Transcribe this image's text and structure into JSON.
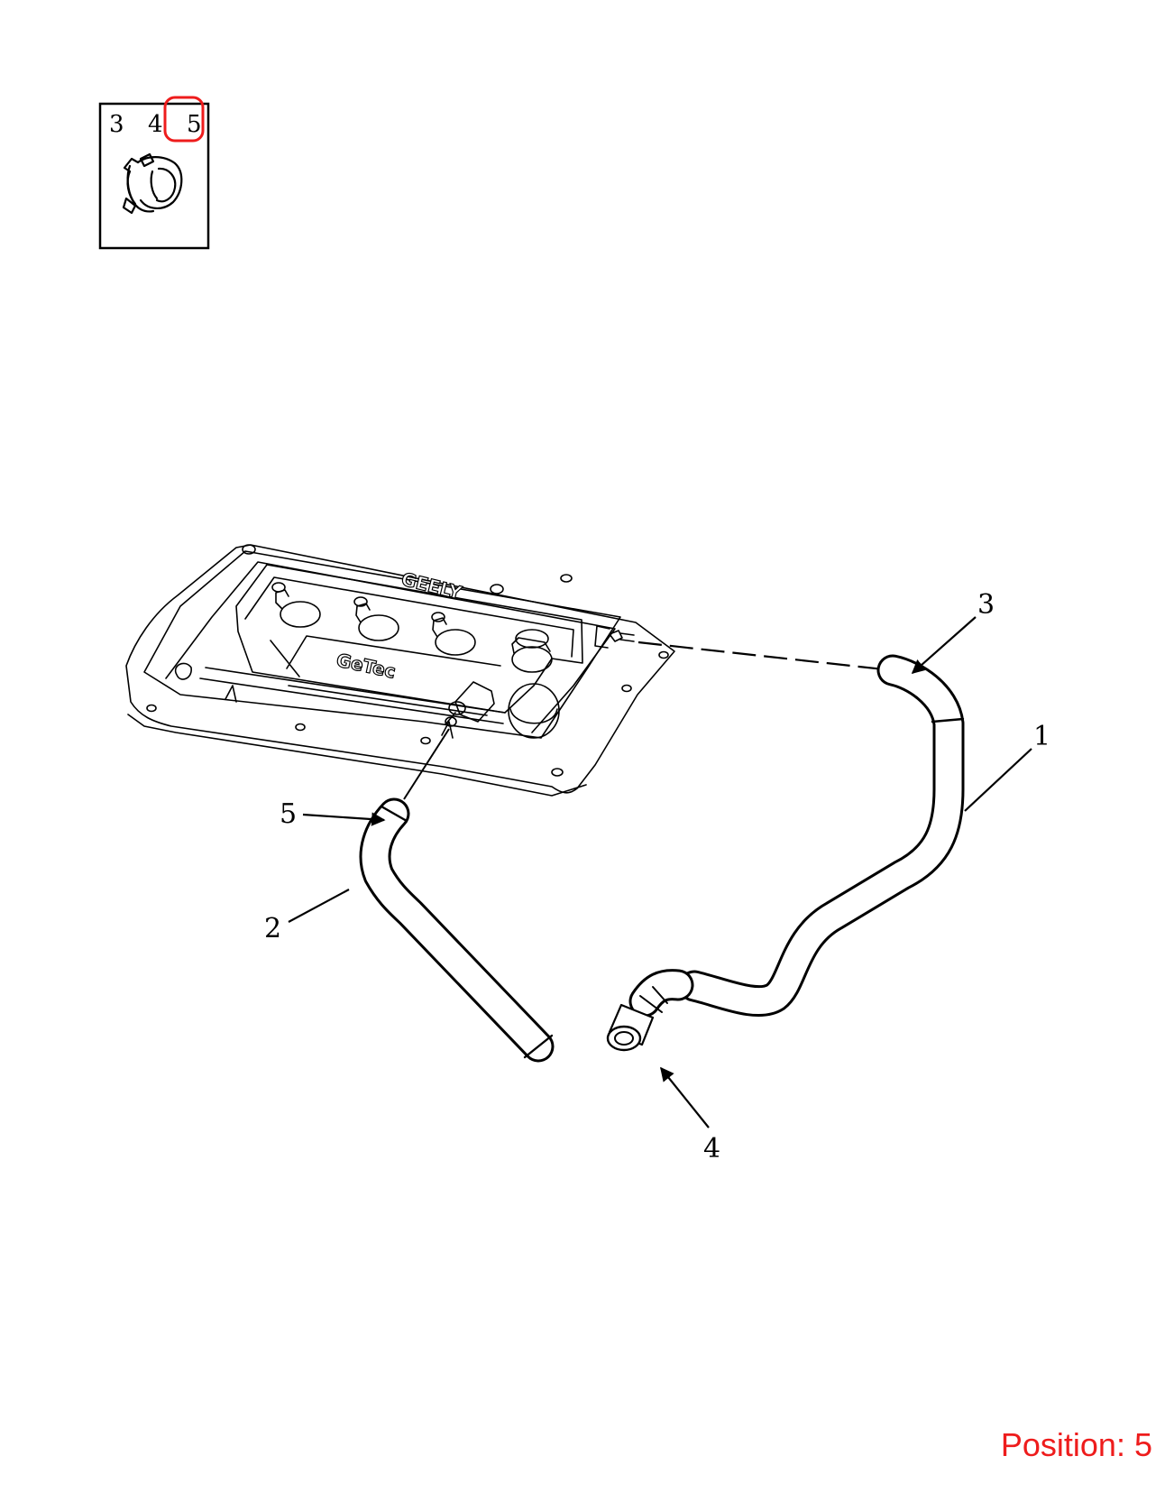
{
  "inset": {
    "numbers": [
      "3",
      "4",
      "5"
    ],
    "highlighted": "5"
  },
  "callouts": [
    "1",
    "2",
    "3",
    "4",
    "5"
  ],
  "cover_text": {
    "brand": "GEELY",
    "engine": "GeTec"
  },
  "position": {
    "label": "Position:",
    "value": "5"
  },
  "colors": {
    "highlight": "#ee1c1c",
    "line": "#000000"
  }
}
